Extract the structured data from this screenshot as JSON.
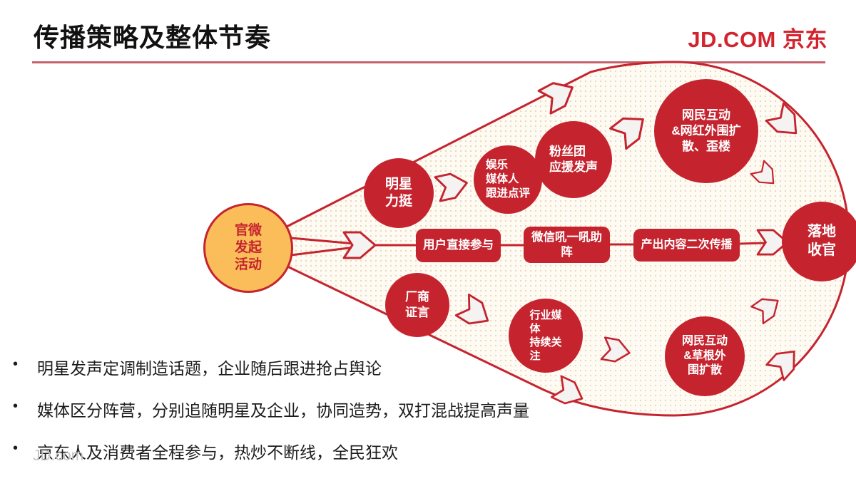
{
  "slide": {
    "title": "传播策略及整体节奏",
    "logo_text": "JD.COM 京东",
    "watermark": "JD.com"
  },
  "diagram": {
    "origin_label": "官微\n发起\n活动",
    "nodes": {
      "star": "明星\n力挺",
      "ent_media": "娱乐\n媒体人\n跟进点评",
      "fans": "粉丝团\n应援发声",
      "netizen_top": "网民互动\n&网红外围扩\n散、歪楼",
      "landing": "落地\n收官",
      "vendor": "厂商\n证言",
      "industry": "行业媒\n体\n持续关\n注",
      "netizen_bottom": "网民互动\n&草根外\n围扩散"
    },
    "boxes": {
      "user_participation": "用户直接参与",
      "wechat_support": "微信吼一吼助阵",
      "content_respread": "产出内容二次传播"
    }
  },
  "bullets": [
    "明星发声定调制造话题，企业随后跟进抢占舆论",
    "媒体区分阵营，分别追随明星及企业，协同造势，双打混战提高声量",
    "京东人及消费者全程参与，热炒不断线，全民狂欢"
  ],
  "colors": {
    "brand_red": "#C5242F",
    "origin_yellow": "#FBBD59",
    "title_underline": "#C4616C"
  }
}
